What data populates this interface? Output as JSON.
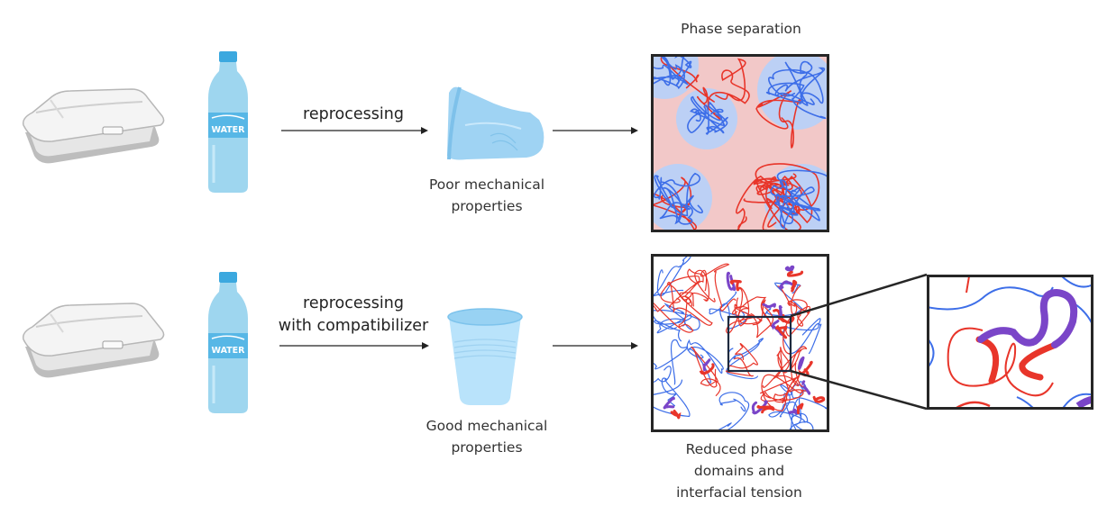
{
  "figure": {
    "row1": {
      "arrow_label": "reprocessing",
      "result_label_line1": "Poor mechanical",
      "result_label_line2": "properties",
      "panel_title": "Phase separation",
      "items": [
        "foam-container",
        "water-bottle",
        "crumpled-cup"
      ],
      "bottle_label": "WATER"
    },
    "row2": {
      "arrow_label_line1": "reprocessing",
      "arrow_label_line2": "with compatibilizer",
      "result_label_line1": "Good mechanical",
      "result_label_line2": "properties",
      "panel_caption_line1": "Reduced phase",
      "panel_caption_line2": "domains and",
      "panel_caption_line3": "interfacial tension",
      "items": [
        "foam-container",
        "water-bottle",
        "intact-cup"
      ],
      "bottle_label": "WATER"
    },
    "colors": {
      "polymer_a": "#e8352a",
      "polymer_b": "#3d6ee8",
      "compatibilizer": "#7a45c8",
      "domain_a_fill": "#f2c8c8",
      "domain_b_fill": "#bcd0f5",
      "cup_blue": "#a9dcf8",
      "frame": "#262626"
    }
  }
}
